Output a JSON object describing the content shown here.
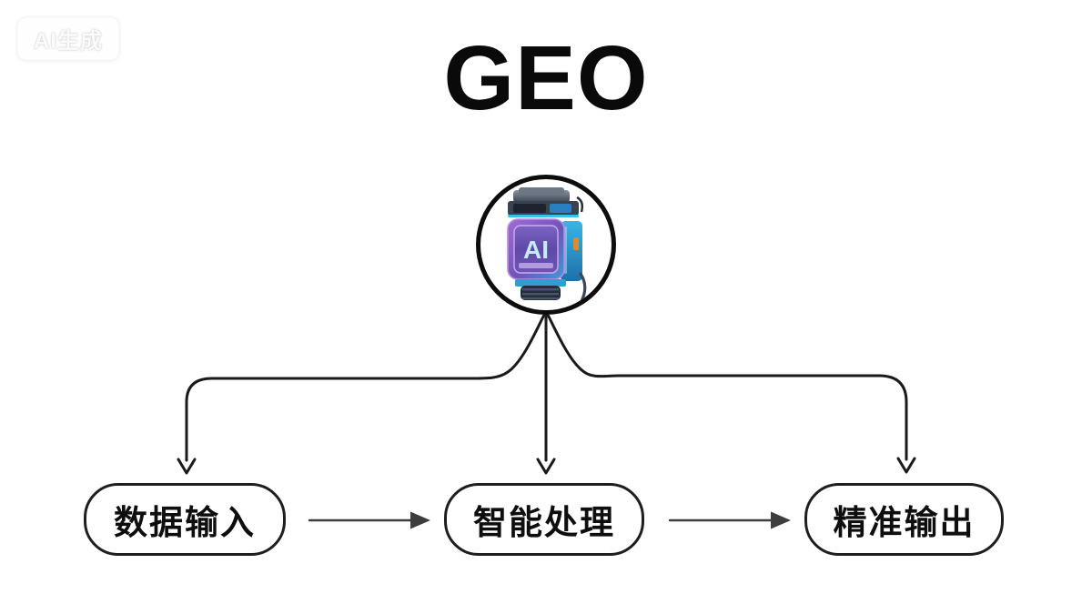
{
  "watermark": {
    "label": "AI生成"
  },
  "title": "GEO",
  "hub": {
    "icon": "ai-chip",
    "label": "AI"
  },
  "flow": {
    "nodes": [
      {
        "id": "data-input",
        "label": "数据输入"
      },
      {
        "id": "smart-processing",
        "label": "智能处理"
      },
      {
        "id": "precise-output",
        "label": "精准输出"
      }
    ],
    "edges": [
      {
        "from": "hub",
        "to": "data-input"
      },
      {
        "from": "hub",
        "to": "smart-processing"
      },
      {
        "from": "hub",
        "to": "precise-output"
      },
      {
        "from": "data-input",
        "to": "smart-processing"
      },
      {
        "from": "smart-processing",
        "to": "precise-output"
      }
    ]
  },
  "colors": {
    "background": "#ffffff",
    "line": "#1a1a1a",
    "arrow_gray": "#3d3d3d",
    "chip_cyan": "#35b6e6",
    "chip_purple": "#7b5fc0",
    "chip_text": "#c6eafb"
  }
}
